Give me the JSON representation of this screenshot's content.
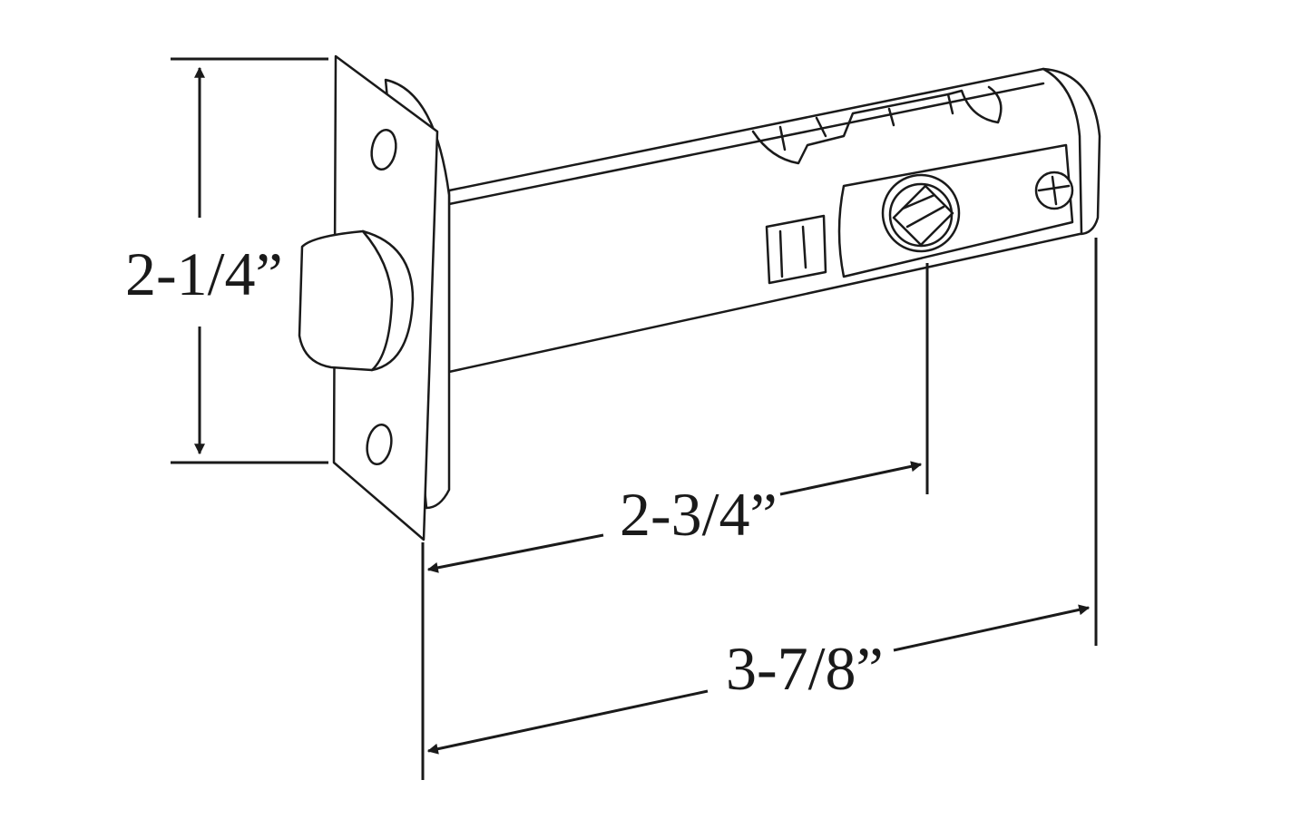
{
  "title": "Door latch dimensions",
  "dimensions": {
    "faceplate_height": "2-1/4”",
    "backset": "2-3/4”",
    "overall_length": "3-7/8”"
  },
  "colors": {
    "line": "#1a1a1a",
    "background": "#ffffff"
  }
}
